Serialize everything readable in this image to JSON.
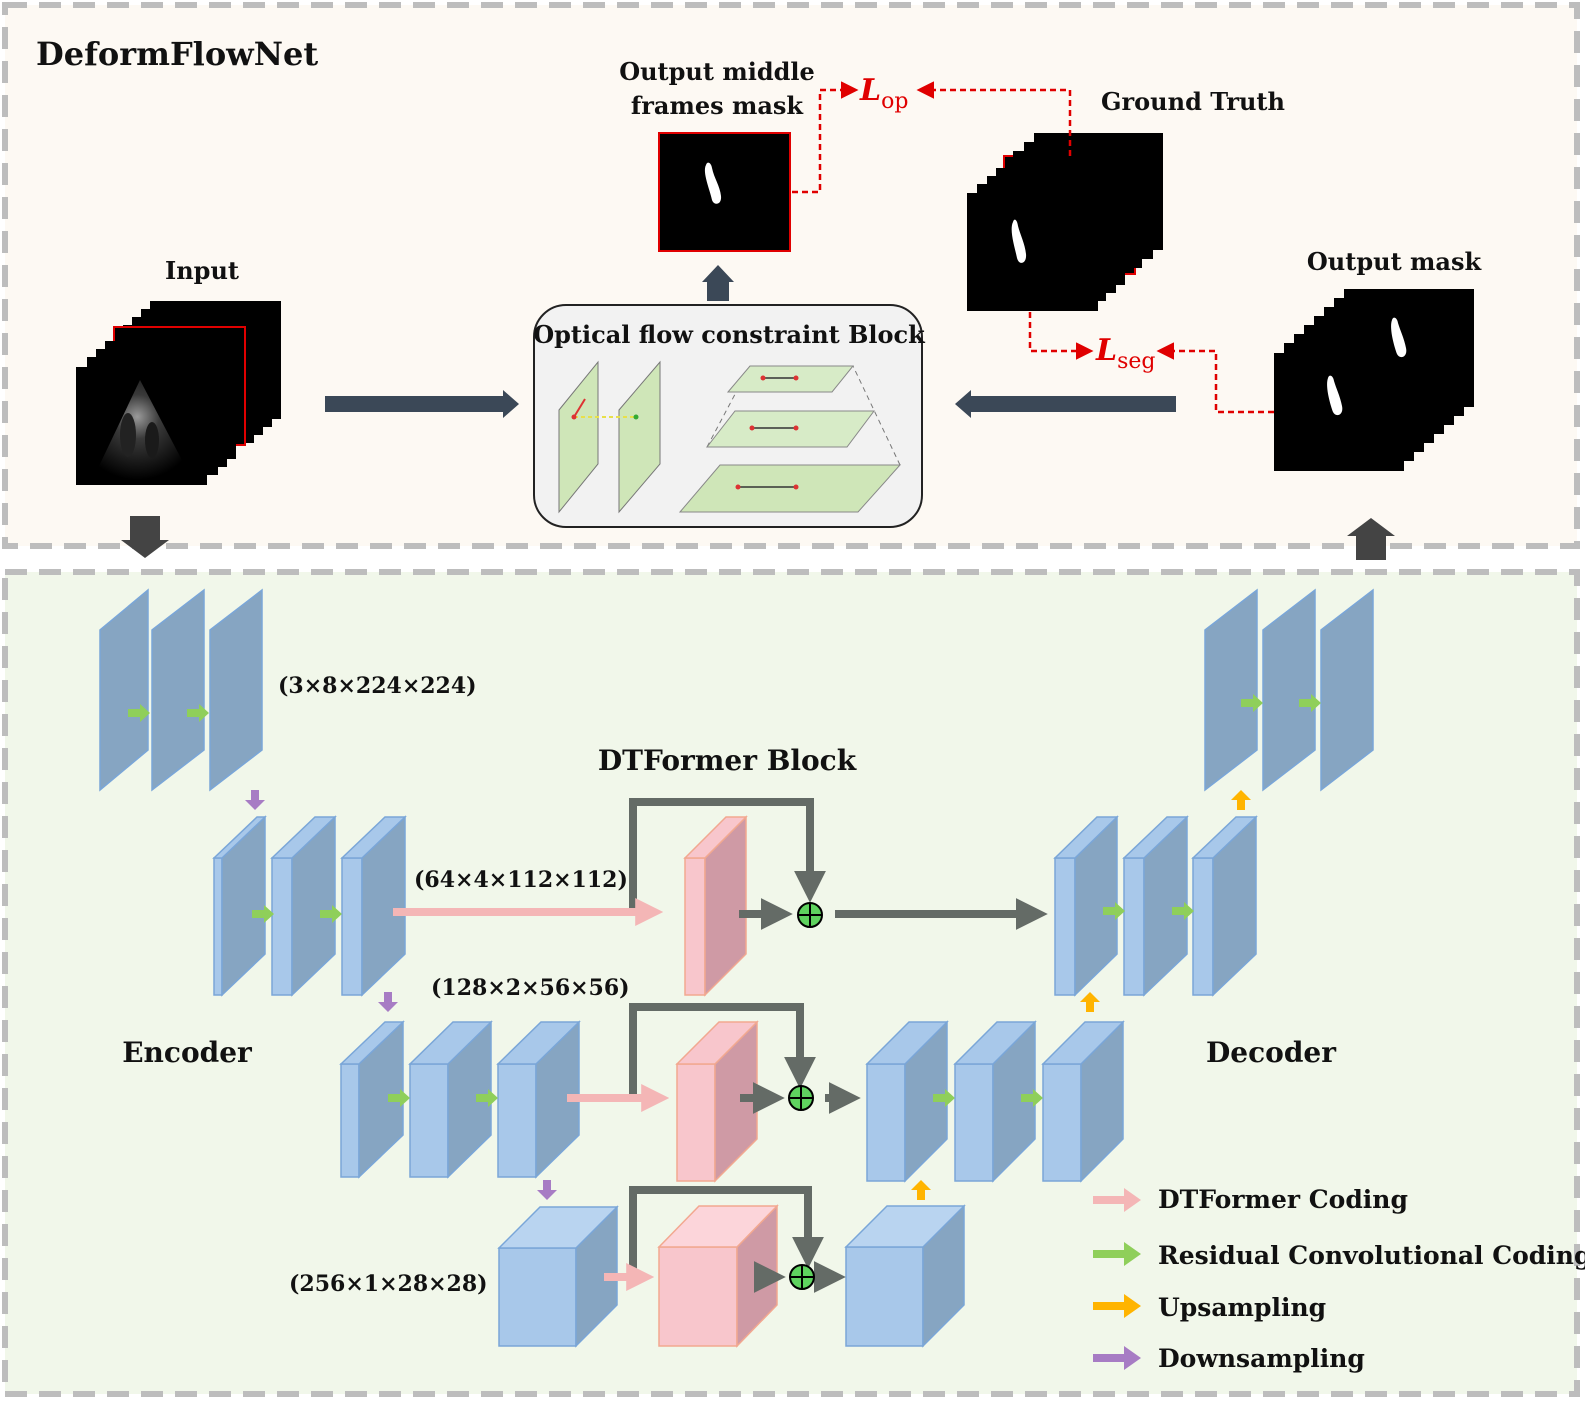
{
  "title": "DeformFlowNet",
  "top_panel": {
    "input_label": "Input",
    "middle_mask_label_line1": "Output middle",
    "middle_mask_label_line2": "frames mask",
    "ground_truth_label": "Ground Truth",
    "output_mask_label": "Output mask",
    "ofc_block_label": "Optical flow constraint Block",
    "loss_op": {
      "symbol": "L",
      "subscript": "op"
    },
    "loss_seg": {
      "symbol": "L",
      "subscript": "seg"
    }
  },
  "bottom_panel": {
    "encoder_label": "Encoder",
    "decoder_label": "Decoder",
    "dtformer_label": "DTFormer Block",
    "dims": [
      "(3×8×224×224)",
      "(64×4×112×112)",
      "(128×2×56×56)",
      "(256×1×28×28)"
    ]
  },
  "legend": [
    {
      "label": "DTFormer Coding",
      "color": "#f4b6b6"
    },
    {
      "label": "Residual Convolutional Coding",
      "color": "#8fcf5a"
    },
    {
      "label": "Upsampling",
      "color": "#ffb400"
    },
    {
      "label": "Downsampling",
      "color": "#a77cc4"
    }
  ],
  "colors": {
    "top_bg": "#fdf9f3",
    "bottom_bg": "#f1f7ea",
    "block_blue": "#9dc3e6",
    "block_pink": "#f8c6cc",
    "loss_red": "#e00000",
    "dark_arrow": "#3b4857",
    "skip_gray": "#646b66"
  }
}
